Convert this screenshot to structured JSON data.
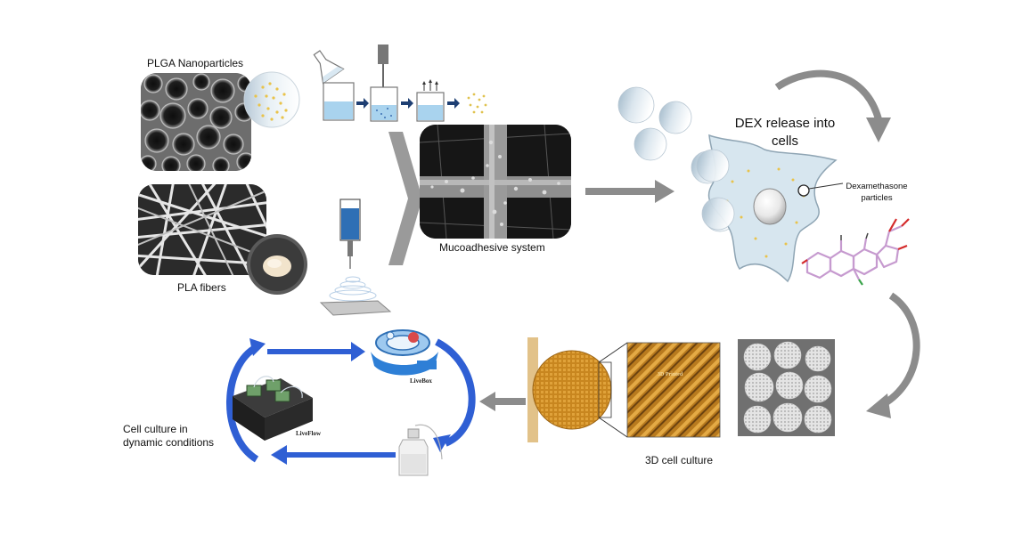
{
  "labels": {
    "plga_nanoparticles": "PLGA Nanoparticles",
    "pla_fibers": "PLA fibers",
    "mucoadhesive_system": "Mucoadhesive system",
    "dex_release_line1": "DEX release into",
    "dex_release_line2": "cells",
    "dexamethasone_line1": "Dexamethasone",
    "dexamethasone_line2": "particles",
    "three_d_culture": "3D cell culture",
    "dynamic_line1": "Cell culture in",
    "dynamic_line2": "dynamic conditions",
    "livebox": "LiveBox",
    "liveflow": "LiveFlow",
    "scaffold_tag": "3D Printed"
  },
  "icons": [
    "sem-porous-image",
    "sem-fibers-image",
    "nanoparticle-zoom-circle",
    "flask-icon",
    "beaker-icon",
    "homogenizer-beaker-icon",
    "evaporation-beaker-icon",
    "nanoparticles-dots-icon",
    "electrospinning-syringe-icon",
    "collector-plate-icon",
    "chevron-arrow-icon",
    "sem-mucoadhesive-image",
    "cell-icon",
    "dex-molecule-icon",
    "scaffold-image",
    "scaffold-samples-photo",
    "livebox-bioreactor-icon",
    "liveflow-pump-icon",
    "media-bottle-icon"
  ],
  "colors": {
    "gray_arrow": "#8c8c8c",
    "blue_arrow": "#2f5fd4",
    "cell_fill": "#d7e6ef",
    "cell_stroke": "#8fa5b4",
    "nanoparticle_dot": "#e9c34a",
    "scaffold_orange": "#c8861f",
    "molecule_pink": "#c69acf",
    "molecule_red": "#d42a2a"
  }
}
